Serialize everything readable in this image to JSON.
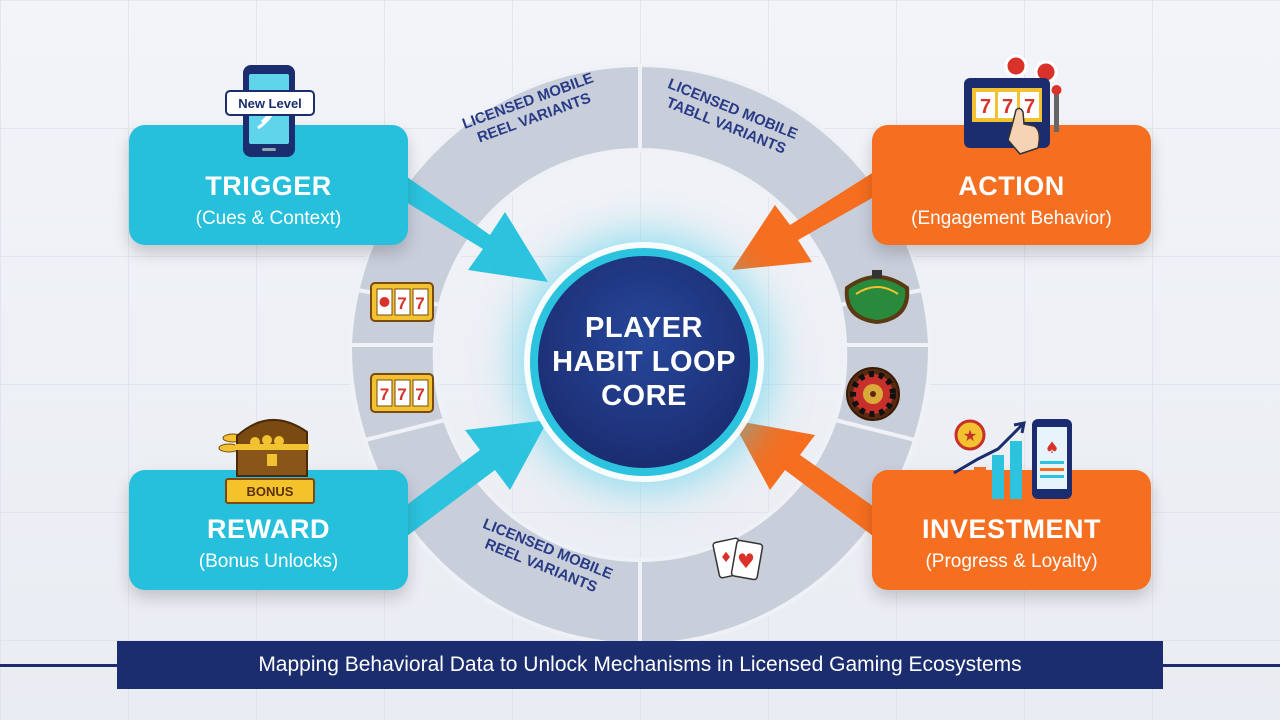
{
  "core": {
    "line1": "PLAYER",
    "line2": "HABIT LOOP",
    "line3": "CORE"
  },
  "trigger": {
    "title": "TRIGGER",
    "subtitle": "(Cues & Context)",
    "badge": "New Level"
  },
  "action": {
    "title": "ACTION",
    "subtitle": "(Engagement Behavior)"
  },
  "reward": {
    "title": "REWARD",
    "subtitle": "(Bonus Unlocks)",
    "badge": "BONUS"
  },
  "investment": {
    "title": "INVESTMENT",
    "subtitle": "(Progress & Loyalty)"
  },
  "ring": {
    "top_left": {
      "line1": "LICENSED MOBILE",
      "line2": "REEL VARIANTS"
    },
    "top_right": {
      "line1": "LICENSED MOBILE",
      "line2": "TABLL VARIANTS"
    },
    "bottom_left": {
      "line1": "LICENSED MOBILE",
      "line2": "REEL VARIANTS"
    }
  },
  "slot_symbol": "777",
  "footer": "Mapping Behavioral Data to Unlock Mechanisms in Licensed Gaming Ecosystems",
  "colors": {
    "blue": "#27c0dc",
    "orange": "#f66e1f",
    "navy": "#1b2d6e",
    "ring": "#c9cedb"
  }
}
